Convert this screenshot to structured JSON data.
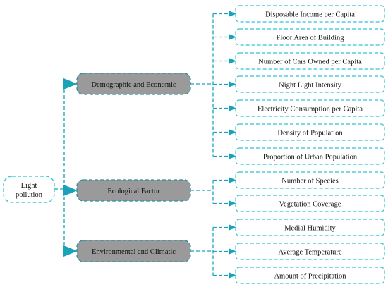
{
  "root": {
    "lines": [
      "Light",
      "pollution"
    ]
  },
  "categories": [
    {
      "label": "Demographic and Economic",
      "factors": [
        "Disposable Income per Capita",
        "Floor Area of Building",
        "Number of Cars Owned per Capita",
        "Night Light Intensity",
        "Electricity Consumption per Capita",
        "Density of Population",
        "Proportion of Urban Population"
      ]
    },
    {
      "label": "Ecological Factor",
      "factors": [
        "Number of Species",
        "Vegetation Coverage"
      ]
    },
    {
      "label": "Environmental and Climatic",
      "factors": [
        "Medial Humidity",
        "Average Temperature",
        "Amount of Precipitation"
      ]
    }
  ],
  "colors": {
    "connector": "#1aa3b8",
    "category_fill": "#9a9a9a",
    "category_border": "#2a8fa0",
    "factor_border": "#2ec4d6",
    "root_border": "#2ec4d6",
    "text": "#111111"
  }
}
